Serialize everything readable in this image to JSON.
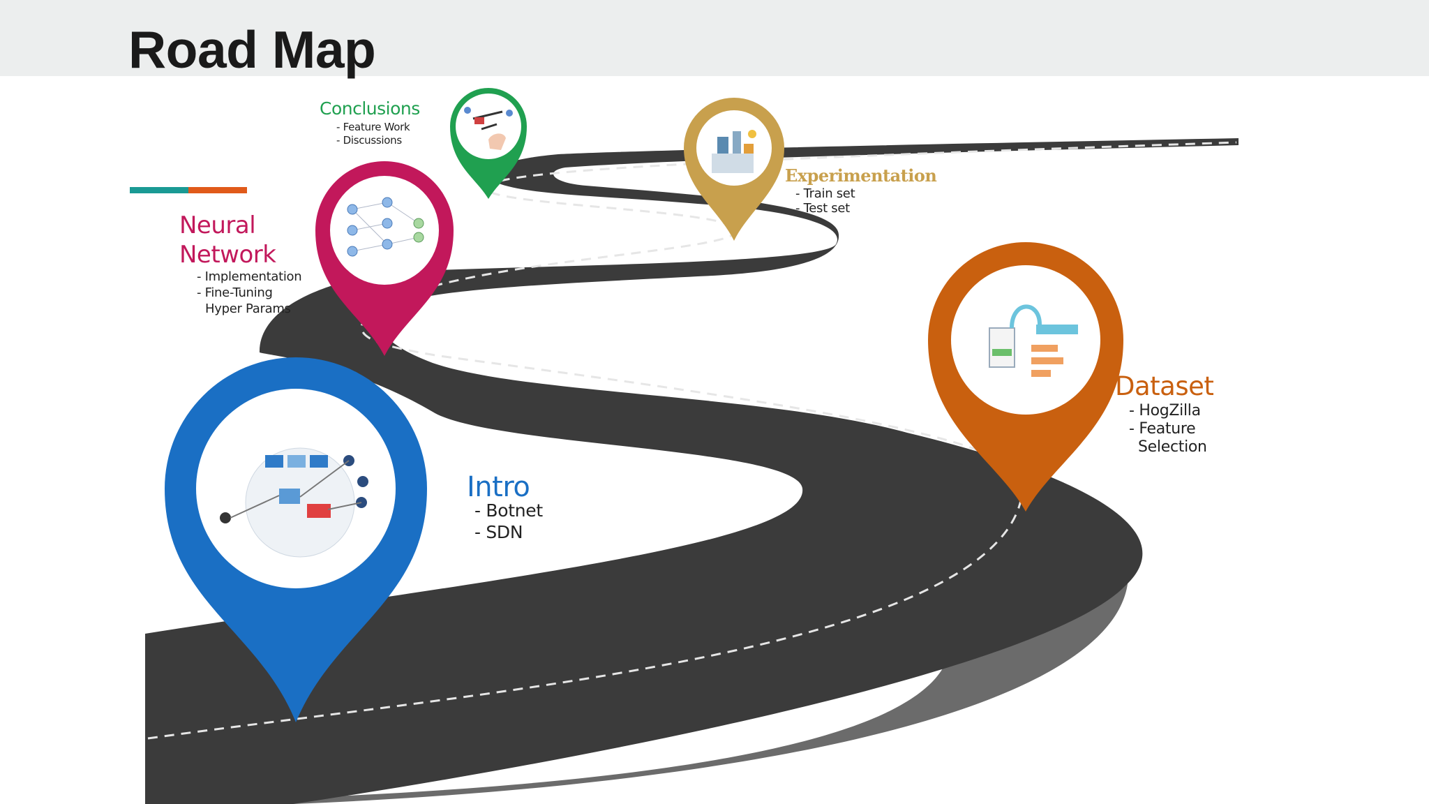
{
  "slide": {
    "title": "Road Map",
    "colors": {
      "header_bg": "#eceeee",
      "accent_teal": "#1a9a94",
      "accent_orange": "#e05a1a",
      "road": "#3b3b3b",
      "road_shadow": "#6b6b6b"
    }
  },
  "stages": {
    "intro": {
      "title": "Intro",
      "items": [
        "- Botnet",
        "- SDN"
      ],
      "color": "#1a6fc4",
      "icon": "network-topology-icon"
    },
    "dataset": {
      "title": "Dataset",
      "items": [
        "- HogZilla",
        "- Feature",
        "Selection"
      ],
      "color": "#c9600f",
      "icon": "database-flow-icon"
    },
    "neural_network": {
      "title_line1": "Neural",
      "title_line2": "Network",
      "items": [
        "- Implementation",
        "- Fine-Tuning",
        "Hyper Params"
      ],
      "color": "#c2185b",
      "icon": "neural-net-icon"
    },
    "experimentation": {
      "title": "Experimentation",
      "items": [
        "- Train set",
        "- Test set"
      ],
      "color": "#c8a04d",
      "icon": "lab-icon"
    },
    "conclusions": {
      "title": "Conclusions",
      "items": [
        "- Feature Work",
        "- Discussions"
      ],
      "color": "#20a050",
      "icon": "brainstorm-icon"
    }
  }
}
